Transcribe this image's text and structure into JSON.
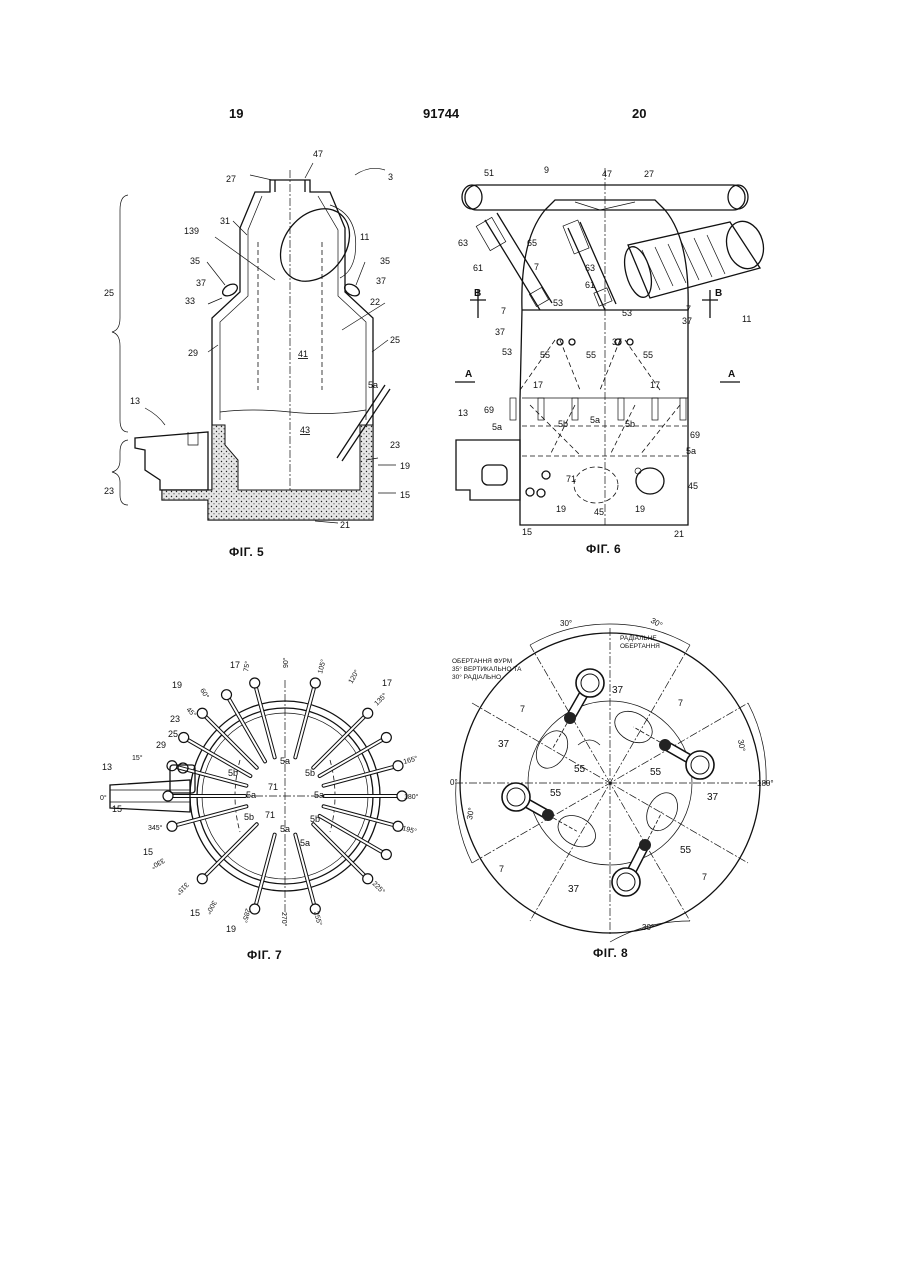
{
  "header": {
    "page_left": "19",
    "patent_number": "91744",
    "page_right": "20"
  },
  "figures": {
    "fig5": {
      "caption": "ФІГ. 5",
      "labels": [
        "47",
        "27",
        "3",
        "31",
        "11",
        "139",
        "35",
        "35",
        "37",
        "37",
        "33",
        "22",
        "25",
        "25",
        "29",
        "41",
        "5a",
        "13",
        "43",
        "23",
        "23",
        "19",
        "15",
        "21"
      ]
    },
    "fig6": {
      "caption": "ФІГ. 6",
      "labels": [
        "51",
        "9",
        "47",
        "27",
        "63",
        "65",
        "61",
        "63",
        "61",
        "7",
        "B",
        "B",
        "53",
        "53",
        "7",
        "7",
        "37",
        "37",
        "11",
        "53",
        "55",
        "55",
        "55",
        "37",
        "A",
        "A",
        "17",
        "17",
        "69",
        "5b",
        "5a",
        "5b",
        "69",
        "5a",
        "13",
        "5a",
        "71",
        "45",
        "19",
        "19",
        "45",
        "15",
        "21"
      ]
    },
    "fig7": {
      "caption": "ФІГ. 7",
      "labels": [
        "17",
        "17",
        "19",
        "23",
        "25",
        "29",
        "13",
        "15",
        "15",
        "15",
        "19",
        "5b",
        "5a",
        "5b",
        "5a",
        "5a",
        "5b",
        "5a",
        "5b",
        "5a",
        "71",
        "71"
      ],
      "angles": [
        "75°",
        "90°",
        "105°",
        "120°",
        "135°",
        "165°",
        "180°",
        "195°",
        "225°",
        "255°",
        "270°",
        "285°",
        "300°",
        "315°",
        "330°",
        "345°",
        "0°",
        "15°",
        "45°",
        "60°"
      ]
    },
    "fig8": {
      "caption": "ФІГ. 8",
      "labels": [
        "37",
        "37",
        "37",
        "37",
        "55",
        "55",
        "55",
        "55",
        "7",
        "7",
        "7",
        "7"
      ],
      "angles": [
        "30°",
        "30°",
        "30°",
        "30°",
        "30°",
        "0°",
        "180°"
      ],
      "annotation_right": [
        "РАДІАЛЬНЕ",
        "ОБЕРТАННЯ"
      ],
      "annotation_left": [
        "ОБЕРТАННЯ ФУРМ",
        "35° ВЕРТИКАЛЬНО ТА",
        "30° РАДІАЛЬНО"
      ]
    }
  }
}
